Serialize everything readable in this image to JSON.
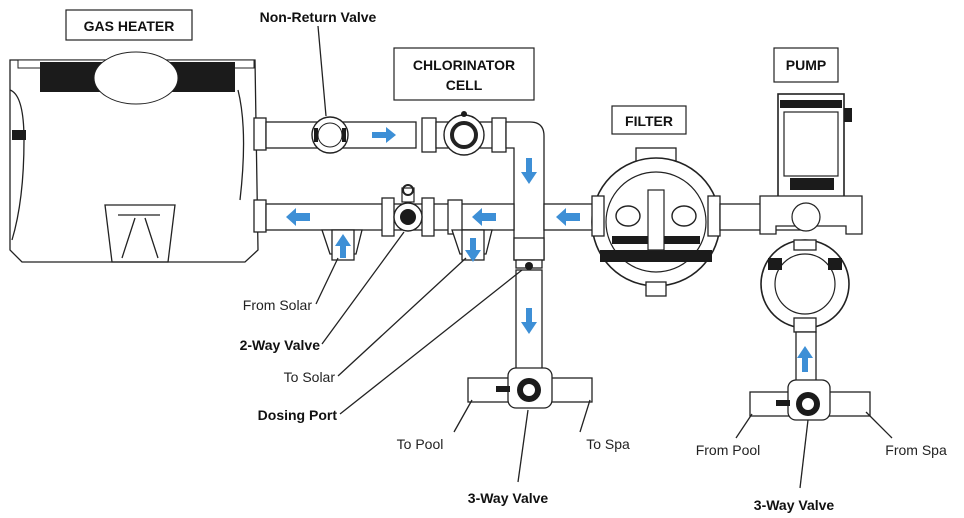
{
  "components": {
    "gas_heater": "GAS HEATER",
    "chlorinator_line1": "CHLORINATOR",
    "chlorinator_line2": "CELL",
    "filter": "FILTER",
    "pump": "PUMP"
  },
  "labels": {
    "non_return_valve": "Non-Return Valve",
    "from_solar": "From Solar",
    "two_way_valve": "2-Way Valve",
    "to_solar": "To Solar",
    "dosing_port": "Dosing Port",
    "to_pool": "To Pool",
    "to_spa": "To Spa",
    "three_way_valve_left": "3-Way Valve",
    "from_pool": "From Pool",
    "from_spa": "From Spa",
    "three_way_valve_right": "3-Way Valve"
  },
  "colors": {
    "flow_arrow": "#3d8fd6",
    "line": "#222222"
  }
}
